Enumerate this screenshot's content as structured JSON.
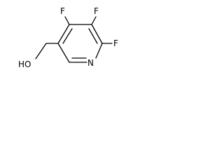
{
  "molecule": {
    "labels": {
      "f_top_left": "F",
      "f_top_right": "F",
      "f_right": "F",
      "nitrogen": "N",
      "hydroxyl": "HO"
    }
  },
  "colors": {
    "bond": "#000000",
    "label": "#000000",
    "background": "#ffffff"
  }
}
